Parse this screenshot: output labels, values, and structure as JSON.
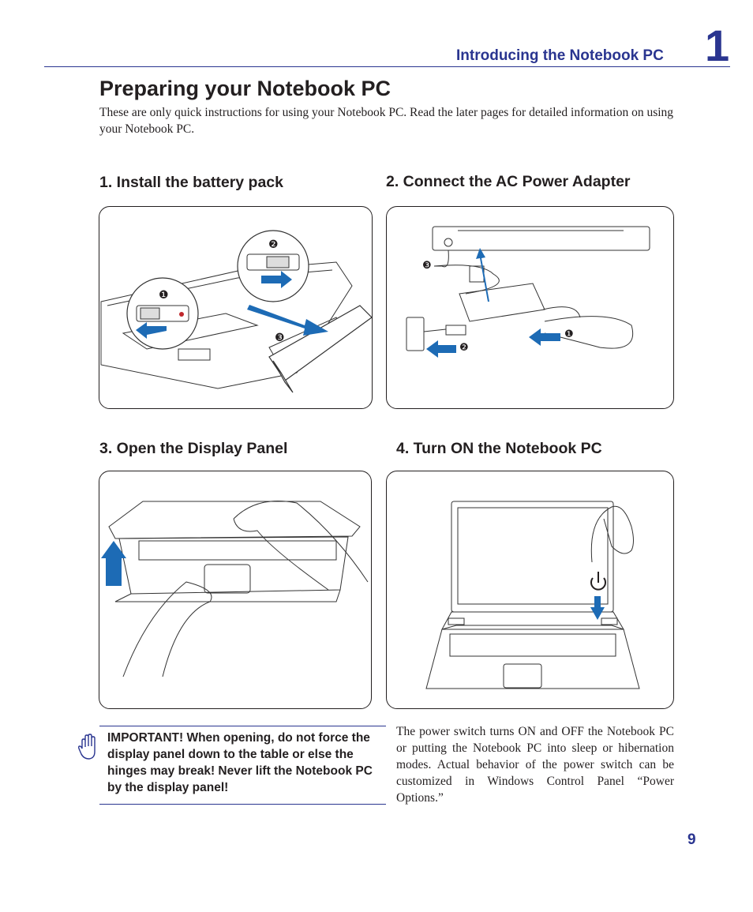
{
  "header": {
    "chapter_title": "Introducing the Notebook PC",
    "chapter_number": "1"
  },
  "page_title": "Preparing your Notebook PC",
  "intro": "These are only quick instructions for using your Notebook PC. Read the later pages for detailed information on using your Notebook PC.",
  "steps": [
    {
      "heading": "1. Install the battery pack"
    },
    {
      "heading": "2. Connect the AC Power Adapter"
    },
    {
      "heading": "3. Open the Display Panel"
    },
    {
      "heading": "4. Turn ON the Notebook PC"
    }
  ],
  "callouts": {
    "one": "❶",
    "two": "❷",
    "three": "❸"
  },
  "important": "IMPORTANT! When opening, do not force the display panel down to the table or else the hinges may break! Never lift the Notebook PC by the display panel!",
  "power_note": "The power switch turns ON and OFF the Notebook PC or putting the Notebook PC into sleep or hibernation modes. Actual behavior of the power switch can be customized in Windows Control Panel “Power Options.”",
  "page_number": "9",
  "colors": {
    "accent": "#2a3590",
    "arrow_blue": "#1d6bb5"
  },
  "icons": {
    "important": "raised-hand-icon",
    "power": "power-symbol-icon"
  }
}
